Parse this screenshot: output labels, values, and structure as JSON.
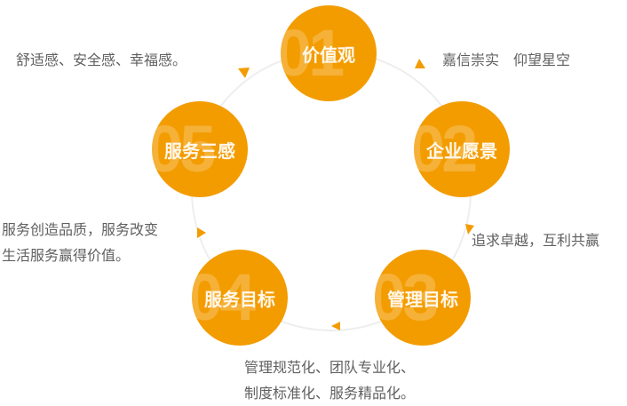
{
  "diagram": {
    "type": "cycle",
    "accent_color": "#f39c00",
    "ring_color": "#eeeeee",
    "nodes": [
      {
        "index": "01",
        "label": "价值观",
        "description": [
          "嘉信崇实　仰望星空"
        ]
      },
      {
        "index": "02",
        "label": "企业愿景",
        "description": [
          "追求卓越，互利共赢"
        ]
      },
      {
        "index": "03",
        "label": "管理目标",
        "description": [
          "管理规范化、团队专业化、",
          "制度标准化、服务精品化。"
        ]
      },
      {
        "index": "04",
        "label": "服务目标",
        "description": [
          "服务创造品质，服务改变",
          "生活服务赢得价值。"
        ]
      },
      {
        "index": "05",
        "label": "服务三感",
        "description": [
          "舒适感、安全感、幸福感。"
        ]
      }
    ]
  }
}
